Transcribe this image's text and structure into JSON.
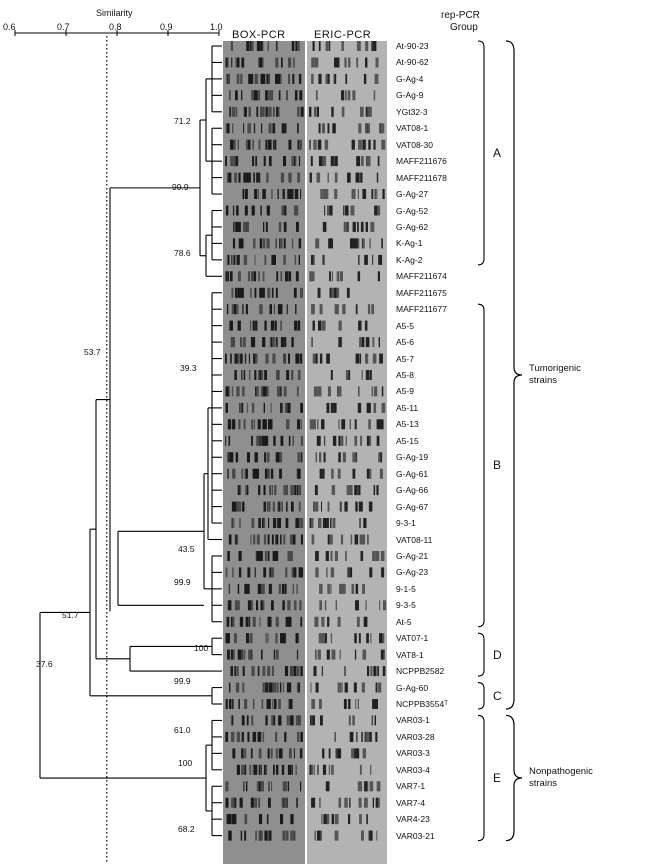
{
  "axis": {
    "title": "Similarity",
    "ticks": [
      "0.6",
      "0.7",
      "0.8",
      "0.9",
      "1.0"
    ]
  },
  "columns": {
    "box": "BOX-PCR",
    "eric": "ERIC-PCR",
    "group_line1": "rep-PCR",
    "group_line2": "Group"
  },
  "strains": [
    "At-90-23",
    "At-90-62",
    "G-Ag-4",
    "G-Ag-9",
    "YGt32-3",
    "VAT08-1",
    "VAT08-30",
    "MAFF211676",
    "MAFF211678",
    "G-Ag-27",
    "G-Ag-52",
    "G-Ag-62",
    "K-Ag-1",
    "K-Ag-2",
    "MAFF211674",
    "MAFF211675",
    "MAFF211677",
    "A5-5",
    "A5-6",
    "A5-7",
    "A5-8",
    "A5-9",
    "A5-11",
    "A5-13",
    "A5-15",
    "G-Ag-19",
    "G-Ag-61",
    "G-Ag-66",
    "G-Ag-67",
    "9-3-1",
    "VAT08-11",
    "G-Ag-21",
    "G-Ag-23",
    "9-1-5",
    "9-3-5",
    "At-5",
    "VAT07-1",
    "VAT8-1",
    "NCPPB2582",
    "G-Ag-60",
    "NCPPB3554ᵀ",
    "VAR03-1",
    "VAR03-28",
    "VAR03-3",
    "VAR03-4",
    "VAR7-1",
    "VAR7-4",
    "VAR4-23",
    "VAR03-21"
  ],
  "groups": [
    {
      "label": "A",
      "first": 0,
      "last": 13
    },
    {
      "label": "B",
      "first": 16,
      "last": 35
    },
    {
      "label": "D",
      "first": 36,
      "last": 38
    },
    {
      "label": "C",
      "first": 39,
      "last": 40
    },
    {
      "label": "E",
      "first": 41,
      "last": 48
    }
  ],
  "categories": [
    {
      "label": "Tumorigenic\nstrains",
      "first": 0,
      "last": 40
    },
    {
      "label": "Nonpathogenic\nstrains",
      "first": 41,
      "last": 48
    }
  ],
  "bootstrap": [
    "71.2",
    "99.9",
    "78.6",
    "39.3",
    "53.7",
    "43.5",
    "99.9",
    "51.7",
    "37.6",
    "100",
    "99.9",
    "61.0",
    "100",
    "68.2"
  ],
  "cutoff_similarity": 0.78
}
